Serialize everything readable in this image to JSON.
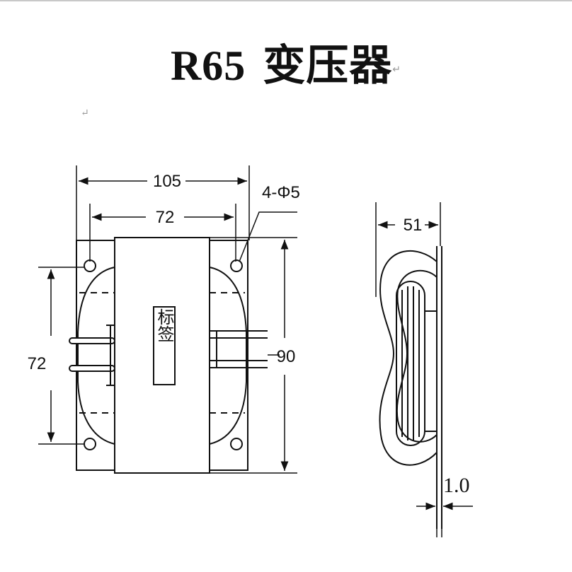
{
  "title": {
    "model": "R65",
    "name": "变压器",
    "return_mark": "↵"
  },
  "paragraph_mark": "↵",
  "front_view": {
    "dim_overall_width": "105",
    "dim_hole_spacing_x": "72",
    "dim_hole_label": "4-Φ5",
    "dim_hole_spacing_y": "72",
    "dim_height": "90",
    "label_text": "标签"
  },
  "side_view": {
    "dim_width": "51",
    "dim_thickness": "1.0"
  }
}
